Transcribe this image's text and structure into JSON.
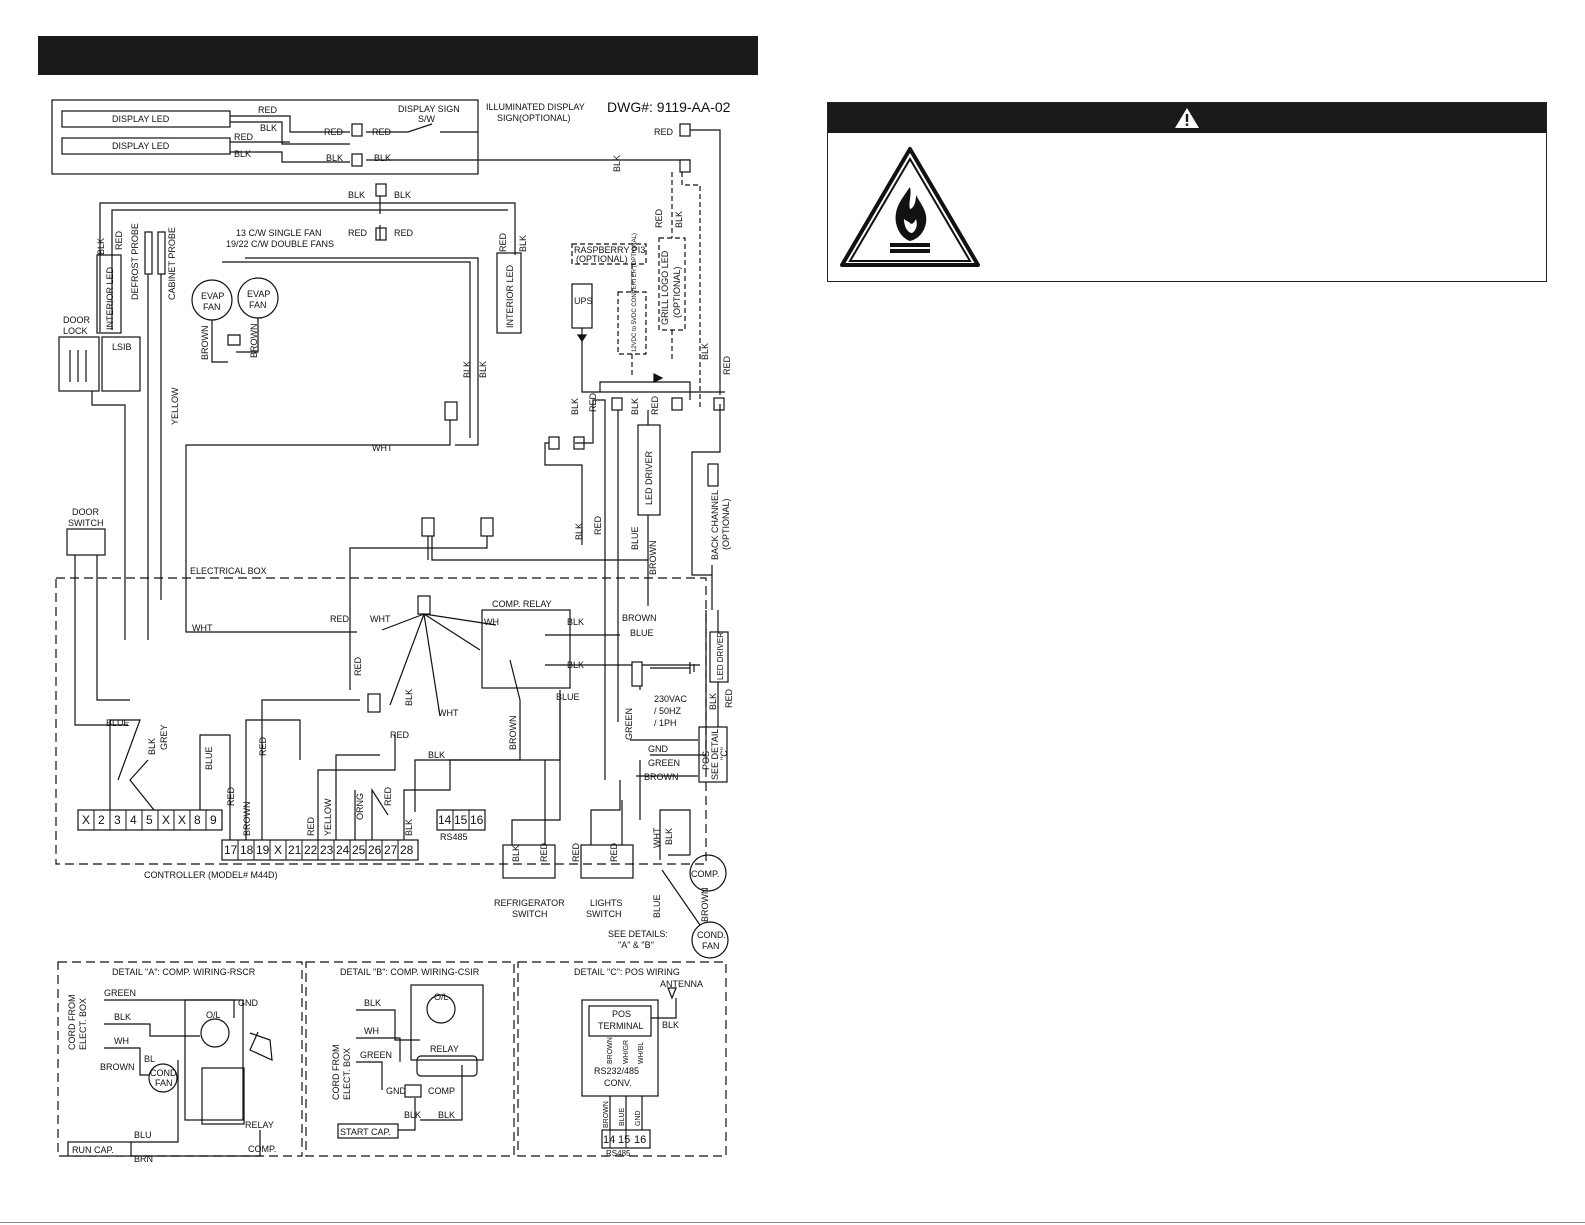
{
  "drawing": {
    "dwg_number": "DWG#: 9119-AA-02"
  },
  "display": {
    "led_top": "DISPLAY LED",
    "led_bottom": "DISPLAY LED",
    "sign_switch_1": "DISPLAY SIGN",
    "sign_switch_2": "S/W",
    "illum_1": "ILLUMINATED DISPLAY",
    "illum_2": "SIGN(OPTIONAL)"
  },
  "components": {
    "fans_line1": "13 C/W SINGLE FAN",
    "fans_line2": "19/22 C/W DOUBLE FANS",
    "evap_fan_1": "EVAP",
    "evap_fan_2": "FAN",
    "interior_led": "INTERIOR LED",
    "defrost_probe": "DEFROST PROBE",
    "cabinet_probe": "CABINET PROBE",
    "door_lock_1": "DOOR",
    "door_lock_2": "LOCK",
    "lsib": "LSIB",
    "raspberry_1": "RASPBERRY PI3",
    "raspberry_2": "(OPTIONAL)",
    "ups": "UPS",
    "converter": "12VDC to 5VDC CONVERTER (OPTIONAL)",
    "grill_logo": "GRILL LOGO LED",
    "grill_logo_opt": "(OPTIONAL)",
    "led_driver": "LED DRIVER",
    "back_channel": "BACK CHANNEL",
    "back_channel_opt": "(OPTIONAL)",
    "door_switch_1": "DOOR",
    "door_switch_2": "SWITCH",
    "electrical_box": "ELECTRICAL BOX",
    "comp_relay": "COMP. RELAY",
    "power_1": "230VAC",
    "power_2": "/ 50HZ",
    "power_3": "/ 1PH",
    "pos_1": "POS",
    "pos_2": "SEE DETAIL",
    "pos_3": "\"C\"",
    "controller": "CONTROLLER (MODEL# M44D)",
    "rs485": "RS485",
    "refrigerator_switch_1": "REFRIGERATOR",
    "refrigerator_switch_2": "SWITCH",
    "lights_switch_1": "LIGHTS",
    "lights_switch_2": "SWITCH",
    "see_details_1": "SEE DETAILS:",
    "see_details_2": "\"A\" & \"B\"",
    "comp": "COMP.",
    "cond_fan_1": "COND.",
    "cond_fan_2": "FAN",
    "gnd": "GND"
  },
  "wires": {
    "red": "RED",
    "blk": "BLK",
    "wht": "WHT",
    "brown": "BROWN",
    "blue": "BLUE",
    "green": "GREEN",
    "yellow": "YELLOW",
    "grey": "GREY",
    "orng": "ORNG",
    "wh": "WH"
  },
  "terminals": {
    "left": [
      "X",
      "2",
      "3",
      "4",
      "5",
      "X",
      "X",
      "8",
      "9"
    ],
    "right": [
      "17",
      "18",
      "19",
      "X",
      "21",
      "22",
      "23",
      "24",
      "25",
      "26",
      "27",
      "28"
    ],
    "rs": [
      "14",
      "15",
      "16"
    ]
  },
  "details": {
    "a": {
      "title": "DETAIL \"A\": COMP. WIRING-RSCR",
      "cord": "CORD FROM",
      "cord2": "ELECT. BOX",
      "ol": "O/L",
      "run_cap": "RUN CAP.",
      "relay": "RELAY",
      "comp": "COMP.",
      "cond_fan": "COND",
      "cond_fan2": "FAN",
      "bl": "BL",
      "blu": "BLU",
      "brn": "BRN"
    },
    "b": {
      "title": "DETAIL \"B\": COMP. WIRING-CSIR",
      "cord": "CORD FROM",
      "cord2": "ELECT. BOX",
      "ol": "O/L",
      "relay": "RELAY",
      "comp": "COMP",
      "start_cap": "START CAP."
    },
    "c": {
      "title": "DETAIL \"C\": POS WIRING",
      "antenna": "ANTENNA",
      "pos_terminal_1": "POS",
      "pos_terminal_2": "TERMINAL",
      "conv_1": "RS232/485",
      "conv_2": "CONV.",
      "wh_gr": "WH/GR",
      "wh_bl": "WH/BL"
    }
  },
  "colors": {
    "bar": "#1a1a1a",
    "line": "#111111",
    "page": "#ffffff"
  },
  "icons": {
    "warning": "warning-triangle-icon",
    "flame": "flammable-flame-icon"
  }
}
